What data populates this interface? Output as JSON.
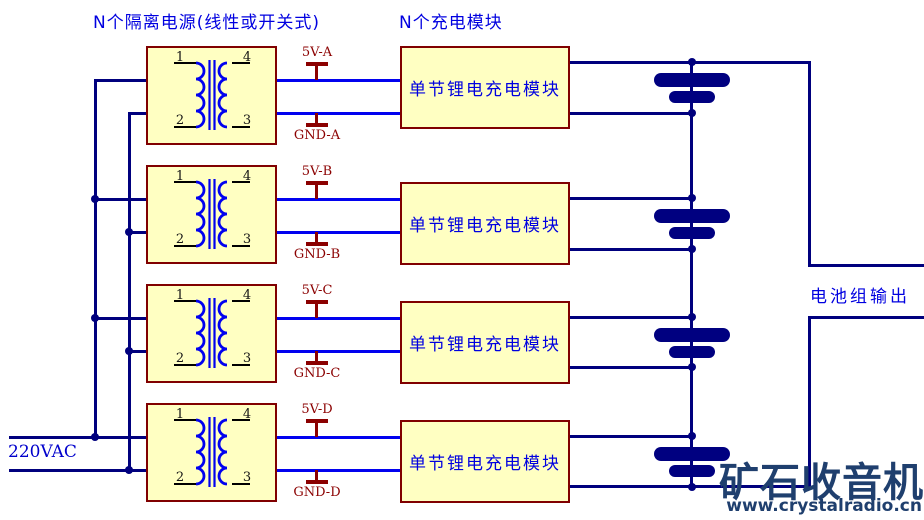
{
  "headers": {
    "isolated_supplies": "N个隔离电源(线性或开关式)",
    "charge_modules": "N个充电模块"
  },
  "source": {
    "label": "220VAC"
  },
  "output": {
    "label": "电池组输出"
  },
  "transformer_pins": {
    "p1": "1",
    "p2": "2",
    "p3": "3",
    "p4": "4"
  },
  "rows": [
    {
      "power_label": "5V-A",
      "gnd_label": "GND-A",
      "module_label": "单节锂电充电模块"
    },
    {
      "power_label": "5V-B",
      "gnd_label": "GND-B",
      "module_label": "单节锂电充电模块"
    },
    {
      "power_label": "5V-C",
      "gnd_label": "GND-C",
      "module_label": "单节锂电充电模块"
    },
    {
      "power_label": "5V-D",
      "gnd_label": "GND-D",
      "module_label": "单节锂电充电模块"
    }
  ],
  "watermark": {
    "title": "矿石收音机",
    "url": "www.crystalradio.cn"
  },
  "colors": {
    "wire_navy": "#00007E",
    "wire_blue": "#0101EF",
    "box_fill": "#FFFFC2",
    "box_border": "#800000",
    "net_label_red": "#8B0000",
    "text_blue": "#0000E0",
    "watermark_blue": "#1F3F6E"
  }
}
